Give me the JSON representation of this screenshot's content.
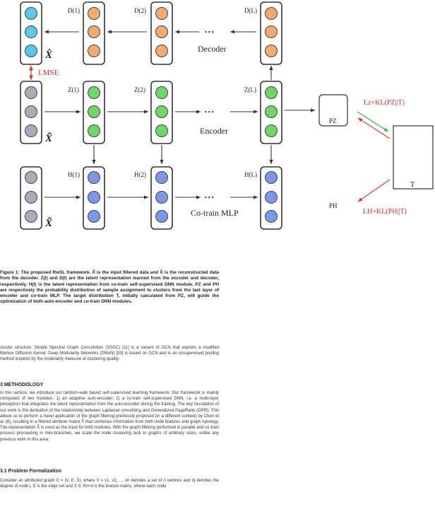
{
  "figure": {
    "labels": {
      "D1": "D(1)",
      "D2": "D(2)",
      "DL": "D(L)",
      "Z1": "Z(1)",
      "Z2": "Z(2)",
      "ZL": "Z(L)",
      "H1": "H(1)",
      "H2": "H(2)",
      "HL": "H(L)",
      "Xhat": "X̂",
      "Xtilde1": "X̃",
      "Xtilde2": "X̃",
      "lmse": "LMSE",
      "decoder": "Decoder",
      "encoder": "Encoder",
      "cotrain": "Co-train MLP",
      "pz": "PZ",
      "ph": "PH",
      "t": "T",
      "lz": "Lz=KL(PZ||T)",
      "lh": "LH=KL(PH||T)",
      "dots": "• • •"
    },
    "colors": {
      "cyan": "#5bc8e6",
      "orange": "#f0aa72",
      "gray": "#a9acbb",
      "green": "#72d46a",
      "blue": "#7b98e6",
      "red": "#d9302c",
      "greenarrow": "#3aa832"
    }
  },
  "caption": "Figure 1: The proposed RwSL framework. X̃ is the input filtered data and X̂ is the reconstructed data from the decoder. Z(l) and D(l) are the latent representation learned from the encoder and decoder, respectively. H(l) is the latent representation from co-train self-supervised DNN module. PZ and PH are respectively the probability distribution of sample assignment to clusters from the last layer of encoder and co-train MLP. The target distribution T, initially calculated from PZ, will guide the optimization of both auto-encoder and co-train DNN modules.",
  "para1": "cluster structure. Simple Spectral Graph Convolution (SSGC) [11] is a variant of GCN that exploits a modified Markov Diffusion Kernel. Deep Modularity Networks (DMoN) [33] is based on GCN and is an unsupervised pooling method inspired by the modularity measure of clustering quality.",
  "sec3": "3   METHODOLOGY",
  "para2": "In this section, we introduce our random-walk based self-supervised learning framework. Our framework is mainly composed of two modules: 1) an adaptive auto-encoder; 2) a co-train self-supervised DNN, i.e. a multi-layer perceptron that integrates the latent representation from the auto-encoder during the training. The key foundation of our work is the derivation of the relationship between Laplacian smoothing and Generalized PageRank (GPR). This allows us to perform a novel application of the graph filtering previously proposed (in a different context) by Chen et al. [6], resulting in a filtered attribute matrix X̃ that combines information from both node features and graph topology. The representation X̃ is used as the input for both modules. With the graph filtering performed in parallel and co-train process proceeding in mini-branches, we scale the node clustering task to graphs of arbitrary sizes, unlike any previous work in this area.",
  "sec31": "3.1   Problem Formalization",
  "para3": "Consider an attributed graph G = (V, E, X), where V = v1, v2, ..., vn denotes a set of n vertices and dj denotes the degree of node j. E is the edge set and X ∈ Rn×d is the feature matrix, where each node"
}
